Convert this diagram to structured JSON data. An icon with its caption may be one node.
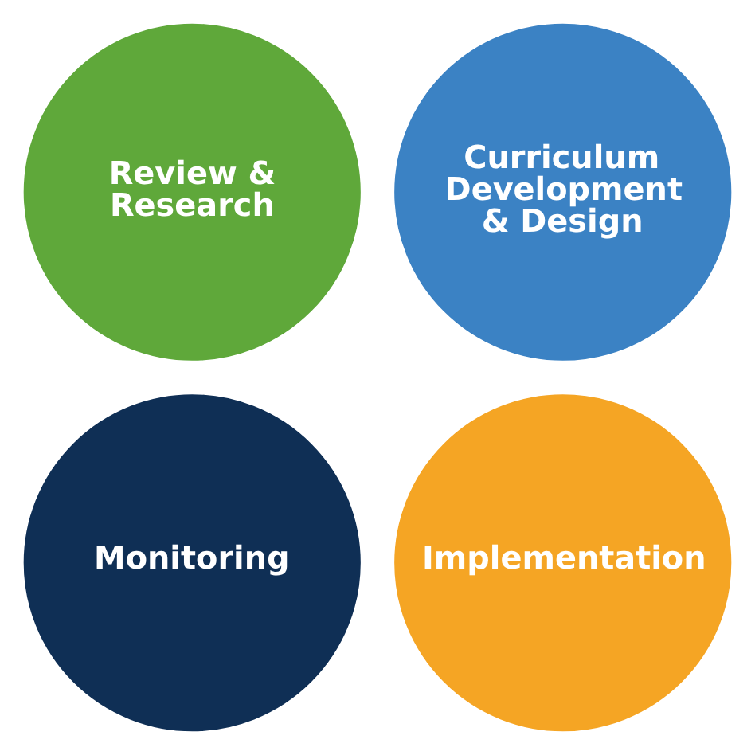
{
  "diagram": {
    "nodes": [
      {
        "text": [
          "Review & Research"
        ]
      },
      {
        "text": [
          "Curriculum Development & Design"
        ]
      },
      {
        "text": [
          "Monitoring"
        ]
      },
      {
        "text": [
          "Implementation"
        ]
      }
    ]
  }
}
